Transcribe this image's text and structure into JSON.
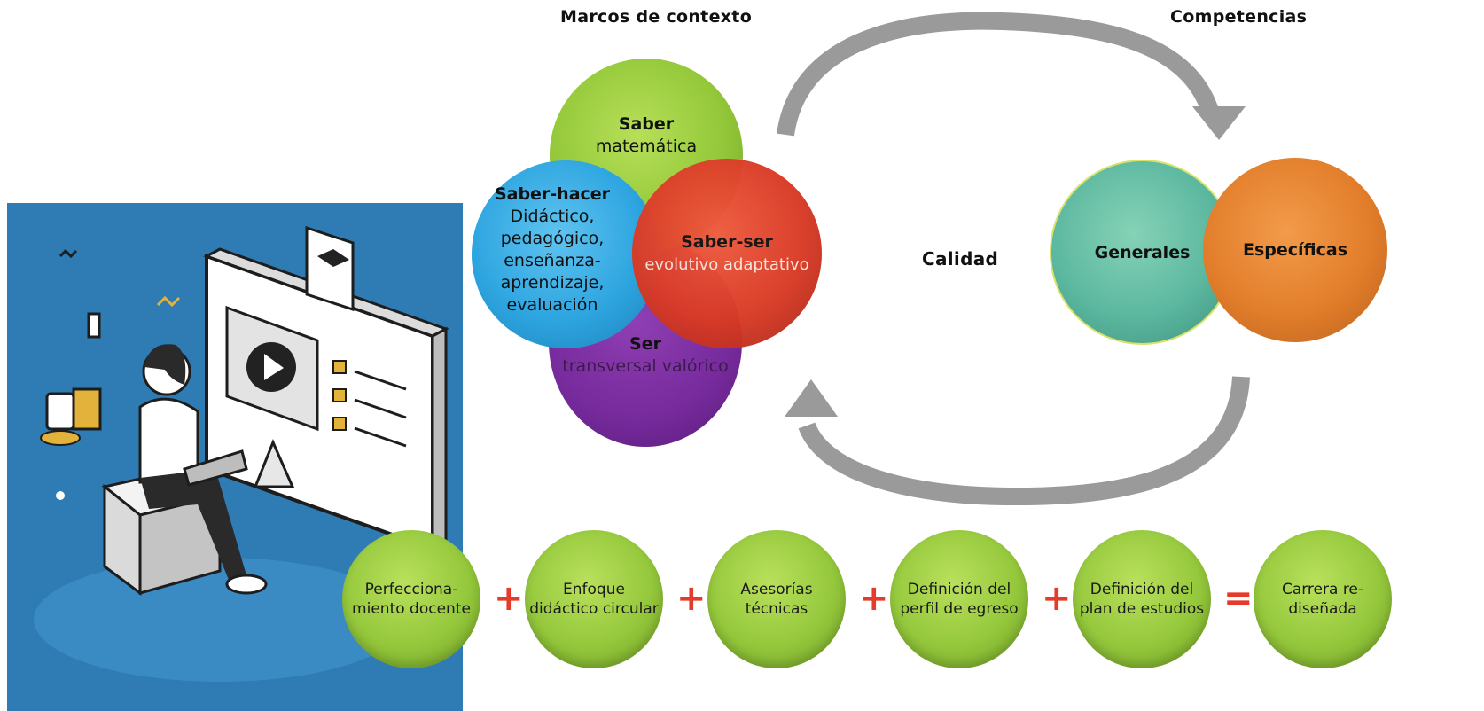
{
  "headings": {
    "context": "Marcos de contexto",
    "competencies": "Competencias",
    "quality": "Calidad"
  },
  "venn": {
    "saber": {
      "title": "Saber",
      "text": "matemática"
    },
    "saber_hacer": {
      "title": "Saber-hacer",
      "lines": [
        "Didáctico,",
        "pedagógico,",
        "enseñanza-",
        "aprendizaje,",
        "evaluación"
      ]
    },
    "saber_ser": {
      "title": "Saber-ser",
      "text": "evolutivo adaptativo"
    },
    "ser": {
      "title": "Ser",
      "text": "transversal valórico"
    }
  },
  "competencies": {
    "general": "Generales",
    "specific": "Específicas"
  },
  "process": {
    "steps": [
      {
        "line1": "Perfecciona-",
        "line2": "miento docente"
      },
      {
        "line1": "Enfoque",
        "line2": "didáctico circular"
      },
      {
        "line1": "Asesorías",
        "line2": "técnicas"
      },
      {
        "line1": "Definición del",
        "line2": "perfil de egreso"
      },
      {
        "line1": "Definición del",
        "line2": "plan de estudios"
      },
      {
        "line1": "Carrera re-",
        "line2": "diseñada"
      }
    ],
    "plus": "+",
    "equals": "="
  },
  "colors": {
    "illustration_bg": "#2f7bb3",
    "arrow": "#9a9a9a",
    "operator": "#e43b2b"
  },
  "icons": [
    "person-laptop-illustration",
    "video-play-icon",
    "thumbs-up-icon",
    "graduation-cap-icon"
  ]
}
